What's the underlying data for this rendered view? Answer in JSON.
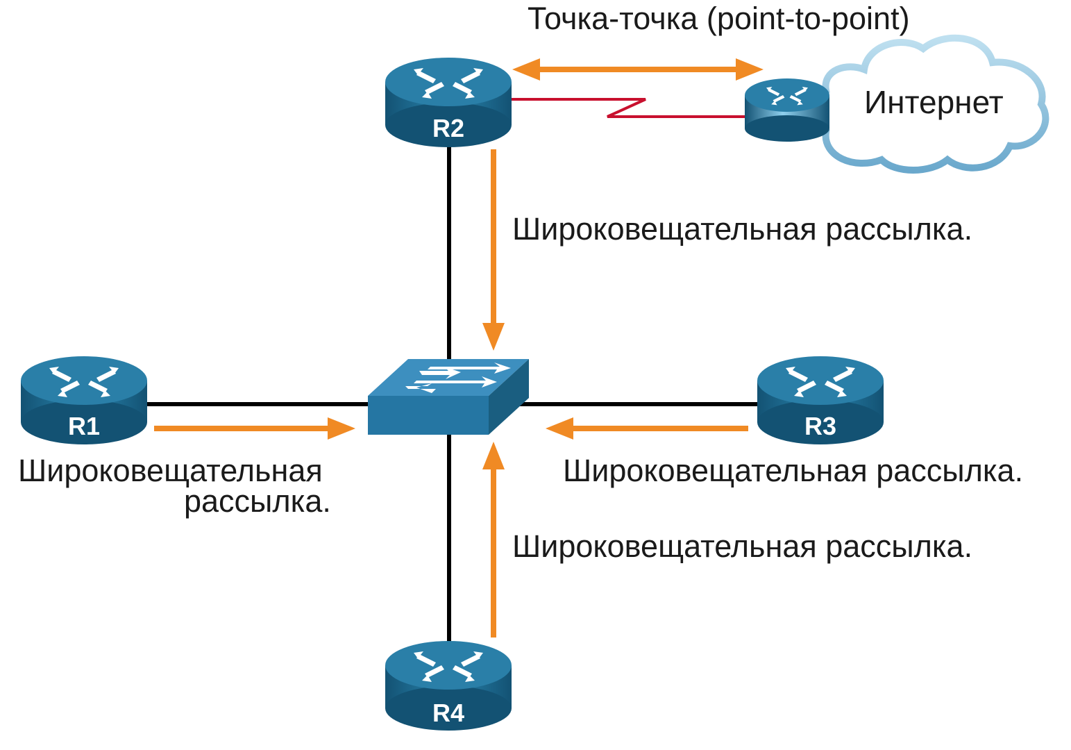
{
  "labels": {
    "p2p": "Точка-точка (point-to-point)",
    "internet": "Интернет",
    "r2_broadcast": "Широковещательная рассылка.",
    "r1_broadcast_line1": "Широковещательная",
    "r1_broadcast_line2": "рассылка.",
    "r3_broadcast": "Широковещательная рассылка.",
    "r4_broadcast": "Широковещательная рассылка."
  },
  "routers": {
    "r1": "R1",
    "r2": "R2",
    "r3": "R3",
    "r4": "R4"
  },
  "colors": {
    "router_top": "#2a7fa8",
    "router_body": "#1a5e80",
    "link": "#000000",
    "serial_link": "#c8102e",
    "arrow": "#f08a24",
    "switch_top": "#3d8fbf",
    "switch_front": "#2576a3",
    "cloud_edge": "#5aa0c8"
  }
}
